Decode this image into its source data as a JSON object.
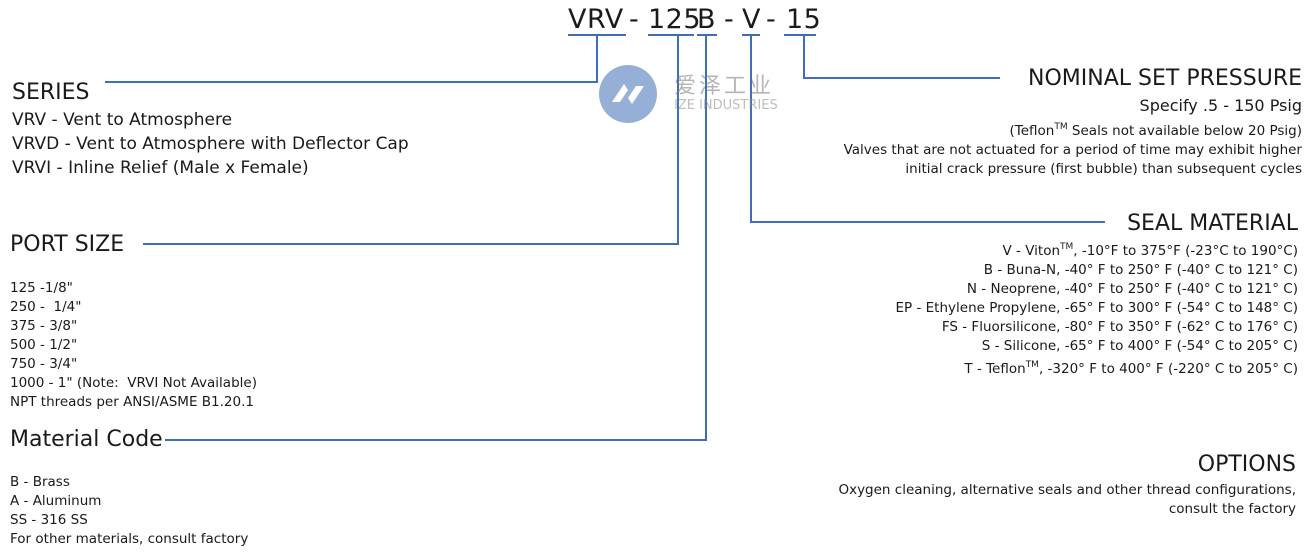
{
  "part_code": {
    "prefix": "VRV",
    "sep1": "-",
    "size": "125",
    "material": "B",
    "sep2": "-",
    "seal": "V",
    "sep3": "-",
    "pressure": "15"
  },
  "watermark": {
    "name_cn": "爱泽工业",
    "name_en": "IZE INDUSTRIES"
  },
  "series": {
    "title": "SERIES",
    "items": [
      "VRV - Vent to Atmosphere",
      "VRVD - Vent to Atmosphere with Deflector Cap",
      "VRVI - Inline Relief (Male x Female)"
    ]
  },
  "port_size": {
    "title": "PORT SIZE",
    "items": [
      "125 -1/8\"",
      "250 -  1/4\"",
      "375 - 3/8\"",
      "500 - 1/2\"",
      "750 - 3/4\"",
      "1000 - 1\" (Note:  VRVI Not Available)",
      "NPT threads per ANSI/ASME B1.20.1"
    ]
  },
  "material_code": {
    "title": "Material Code",
    "items": [
      "B - Brass",
      "A - Aluminum",
      "SS - 316 SS",
      "For other materials, consult factory"
    ]
  },
  "nominal_set_pressure": {
    "title": "NOMINAL SET PRESSURE",
    "specify": "Specify .5 - 150 Psig",
    "teflon_note_pre": "(Teflon",
    "teflon_note_tm": "TM",
    "teflon_note_post": " Seals not available below 20 Psig)",
    "note_line1": "Valves that are not actuated for a period of time may exhibit higher",
    "note_line2": "initial crack pressure (first bubble) than subsequent cycles"
  },
  "seal_material": {
    "title": "SEAL MATERIAL",
    "items": [
      {
        "pre": "V - Viton",
        "tm": "TM",
        "post": ", -10°F to 375°F (-23°C to 190°C)"
      },
      {
        "pre": "B - Buna-N, -40° F to 250° F (-40° C to 121° C)",
        "tm": "",
        "post": ""
      },
      {
        "pre": "N - Neoprene, -40° F to 250° F (-40° C to 121° C)",
        "tm": "",
        "post": ""
      },
      {
        "pre": "EP - Ethylene Propylene, -65° F to 300° F (-54° C to 148° C)",
        "tm": "",
        "post": ""
      },
      {
        "pre": "FS - Fluorsilicone, -80° F to 350° F (-62° C to 176° C)",
        "tm": "",
        "post": ""
      },
      {
        "pre": "S - Silicone, -65° F to 400° F (-54° C to 205° C)",
        "tm": "",
        "post": ""
      },
      {
        "pre": "T - Teflon",
        "tm": "TM",
        "post": ", -320° F to 400° F (-220° C to 205° C)"
      }
    ]
  },
  "options": {
    "title": "OPTIONS",
    "line1": "Oxygen cleaning, alternative seals and other thread configurations,",
    "line2": "consult the factory"
  },
  "colors": {
    "leader_line": "#3f6fb7",
    "text": "#1a1a1a"
  }
}
